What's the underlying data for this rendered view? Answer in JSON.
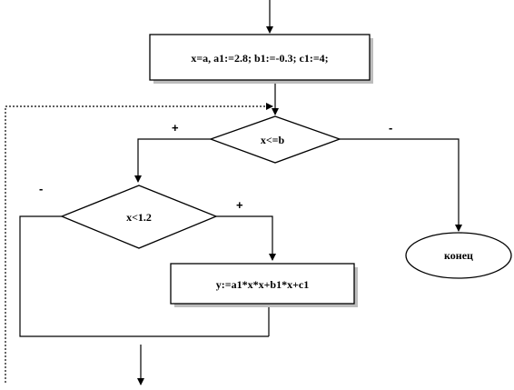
{
  "init_block": {
    "text": "x=a, a1:=2.8; b1:=-0.3; c1:=4;"
  },
  "decision_loop": {
    "text": "x<=b",
    "yes_label": "+",
    "no_label": "-"
  },
  "decision_branch": {
    "text": "x<1.2",
    "yes_label": "+",
    "no_label": "-"
  },
  "formula_block": {
    "text": "y:=a1*x*x+b1*x+c1"
  },
  "end_terminal": {
    "text": "конец"
  }
}
